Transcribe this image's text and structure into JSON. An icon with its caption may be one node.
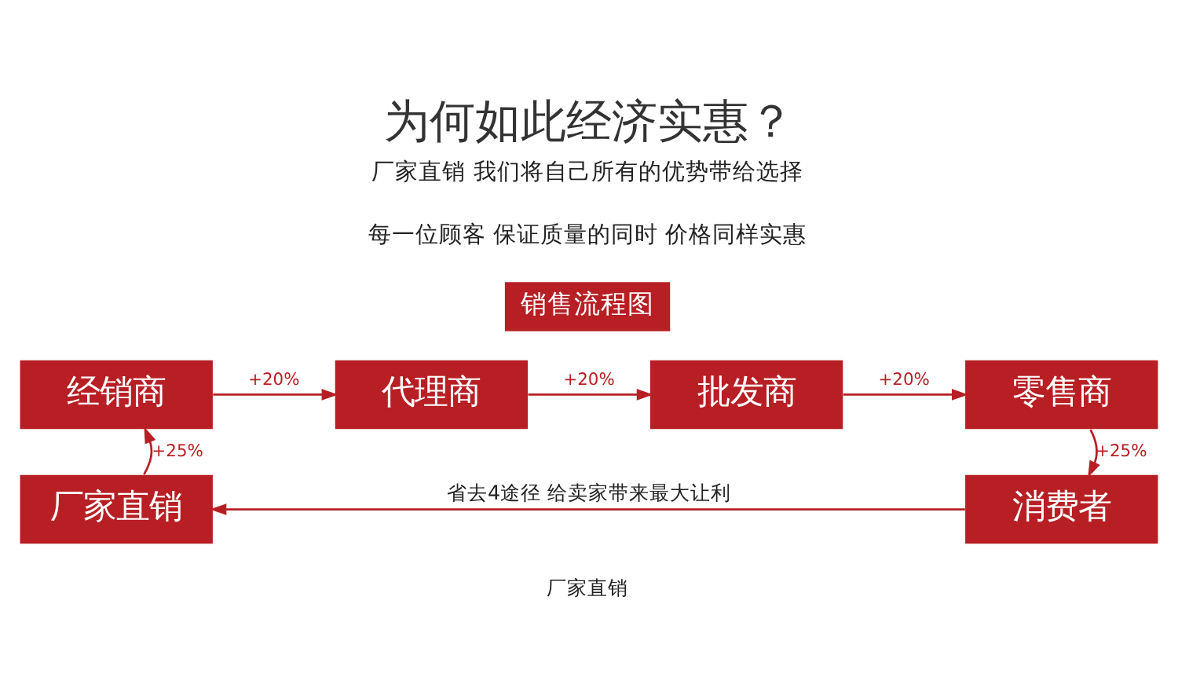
{
  "diagram": {
    "title": "为何如此经济实惠？",
    "nodes": [
      {
        "text": [
          "销售流程图"
        ]
      },
      {
        "text": [
          "经销商"
        ]
      },
      {
        "text": [
          "代理商"
        ]
      },
      {
        "text": [
          "批发商"
        ]
      },
      {
        "text": [
          "零售商"
        ]
      },
      {
        "text": [
          "厂家直销"
        ]
      },
      {
        "text": [
          "消费者"
        ]
      }
    ],
    "edges": [
      {
        "from": 1,
        "to": 2,
        "arrow": "to",
        "label": "+20%"
      },
      {
        "from": 2,
        "to": 3,
        "arrow": "to",
        "label": "+20%"
      },
      {
        "from": 3,
        "to": 4,
        "arrow": "to",
        "label": "+20%"
      },
      {
        "from": 4,
        "to": 6,
        "arrow": "to",
        "label": "+25%"
      },
      {
        "from": 6,
        "to": 5,
        "arrow": "to",
        "label": "省去4途径 给卖家带来最大让利"
      },
      {
        "from": 5,
        "to": 1,
        "arrow": "to",
        "label": "+25%"
      }
    ],
    "labels": [
      "厂家直销 我们将自己所有的优势带给选择",
      "每一位顾客 保证质量的同时 价格同样实惠",
      "厂家直销"
    ]
  }
}
